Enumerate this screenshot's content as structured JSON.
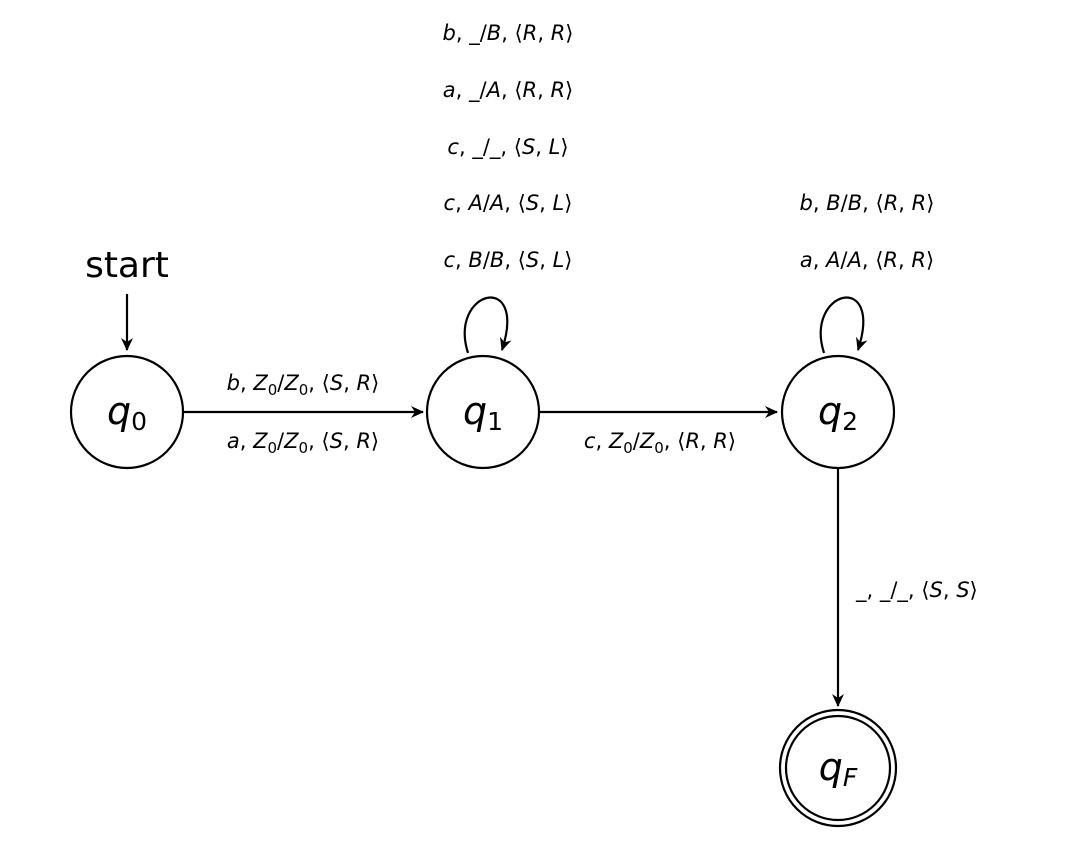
{
  "start_label": "start",
  "states": {
    "q0": {
      "base": "q",
      "sub": "0"
    },
    "q1": {
      "base": "q",
      "sub": "1"
    },
    "q2": {
      "base": "q",
      "sub": "2"
    },
    "qF": {
      "base": "q",
      "sub": "F"
    }
  },
  "edges": {
    "q0_q1": [
      "b, Z0/Z0, ⟨S, R⟩",
      "a, Z0/Z0, ⟨S, R⟩"
    ],
    "q1_loop": [
      "b, _/B, ⟨R, R⟩",
      "a, _/A, ⟨R, R⟩",
      "c, _/_, ⟨S, L⟩",
      "c, A/A, ⟨S, L⟩",
      "c, B/B, ⟨S, L⟩"
    ],
    "q1_q2": [
      "c, Z0/Z0, ⟨R, R⟩"
    ],
    "q2_loop": [
      "b, B/B, ⟨R, R⟩",
      "a, A/A, ⟨R, R⟩"
    ],
    "q2_qF": [
      "_, _/_, ⟨S, S⟩"
    ]
  }
}
